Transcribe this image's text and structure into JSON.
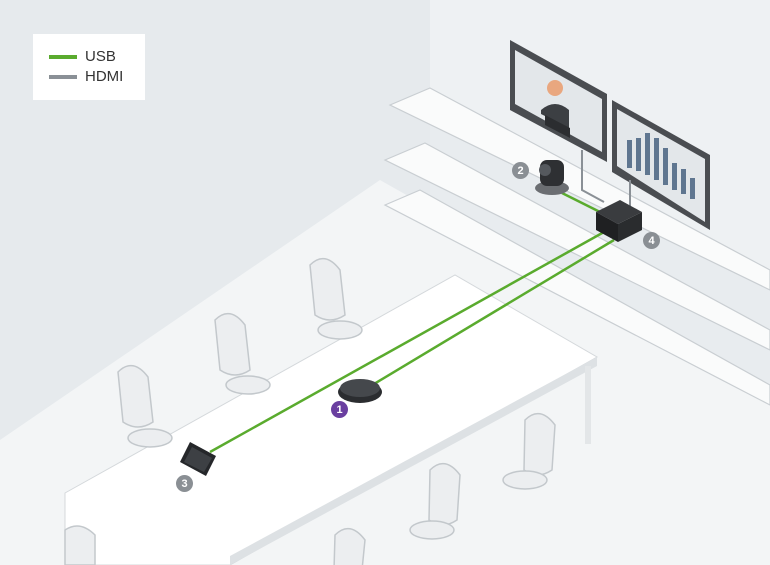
{
  "legend": {
    "items": [
      {
        "label": "USB",
        "color": "#5aab2e"
      },
      {
        "label": "HDMI",
        "color": "#8a9096"
      }
    ]
  },
  "devices": [
    {
      "number": "1",
      "name": "speakerphone",
      "color": "#6a3fa0"
    },
    {
      "number": "2",
      "name": "camera",
      "color": "#8a8f94"
    },
    {
      "number": "3",
      "name": "touch-controller",
      "color": "#8a8f94"
    },
    {
      "number": "4",
      "name": "compute-box",
      "color": "#8a8f94"
    }
  ]
}
